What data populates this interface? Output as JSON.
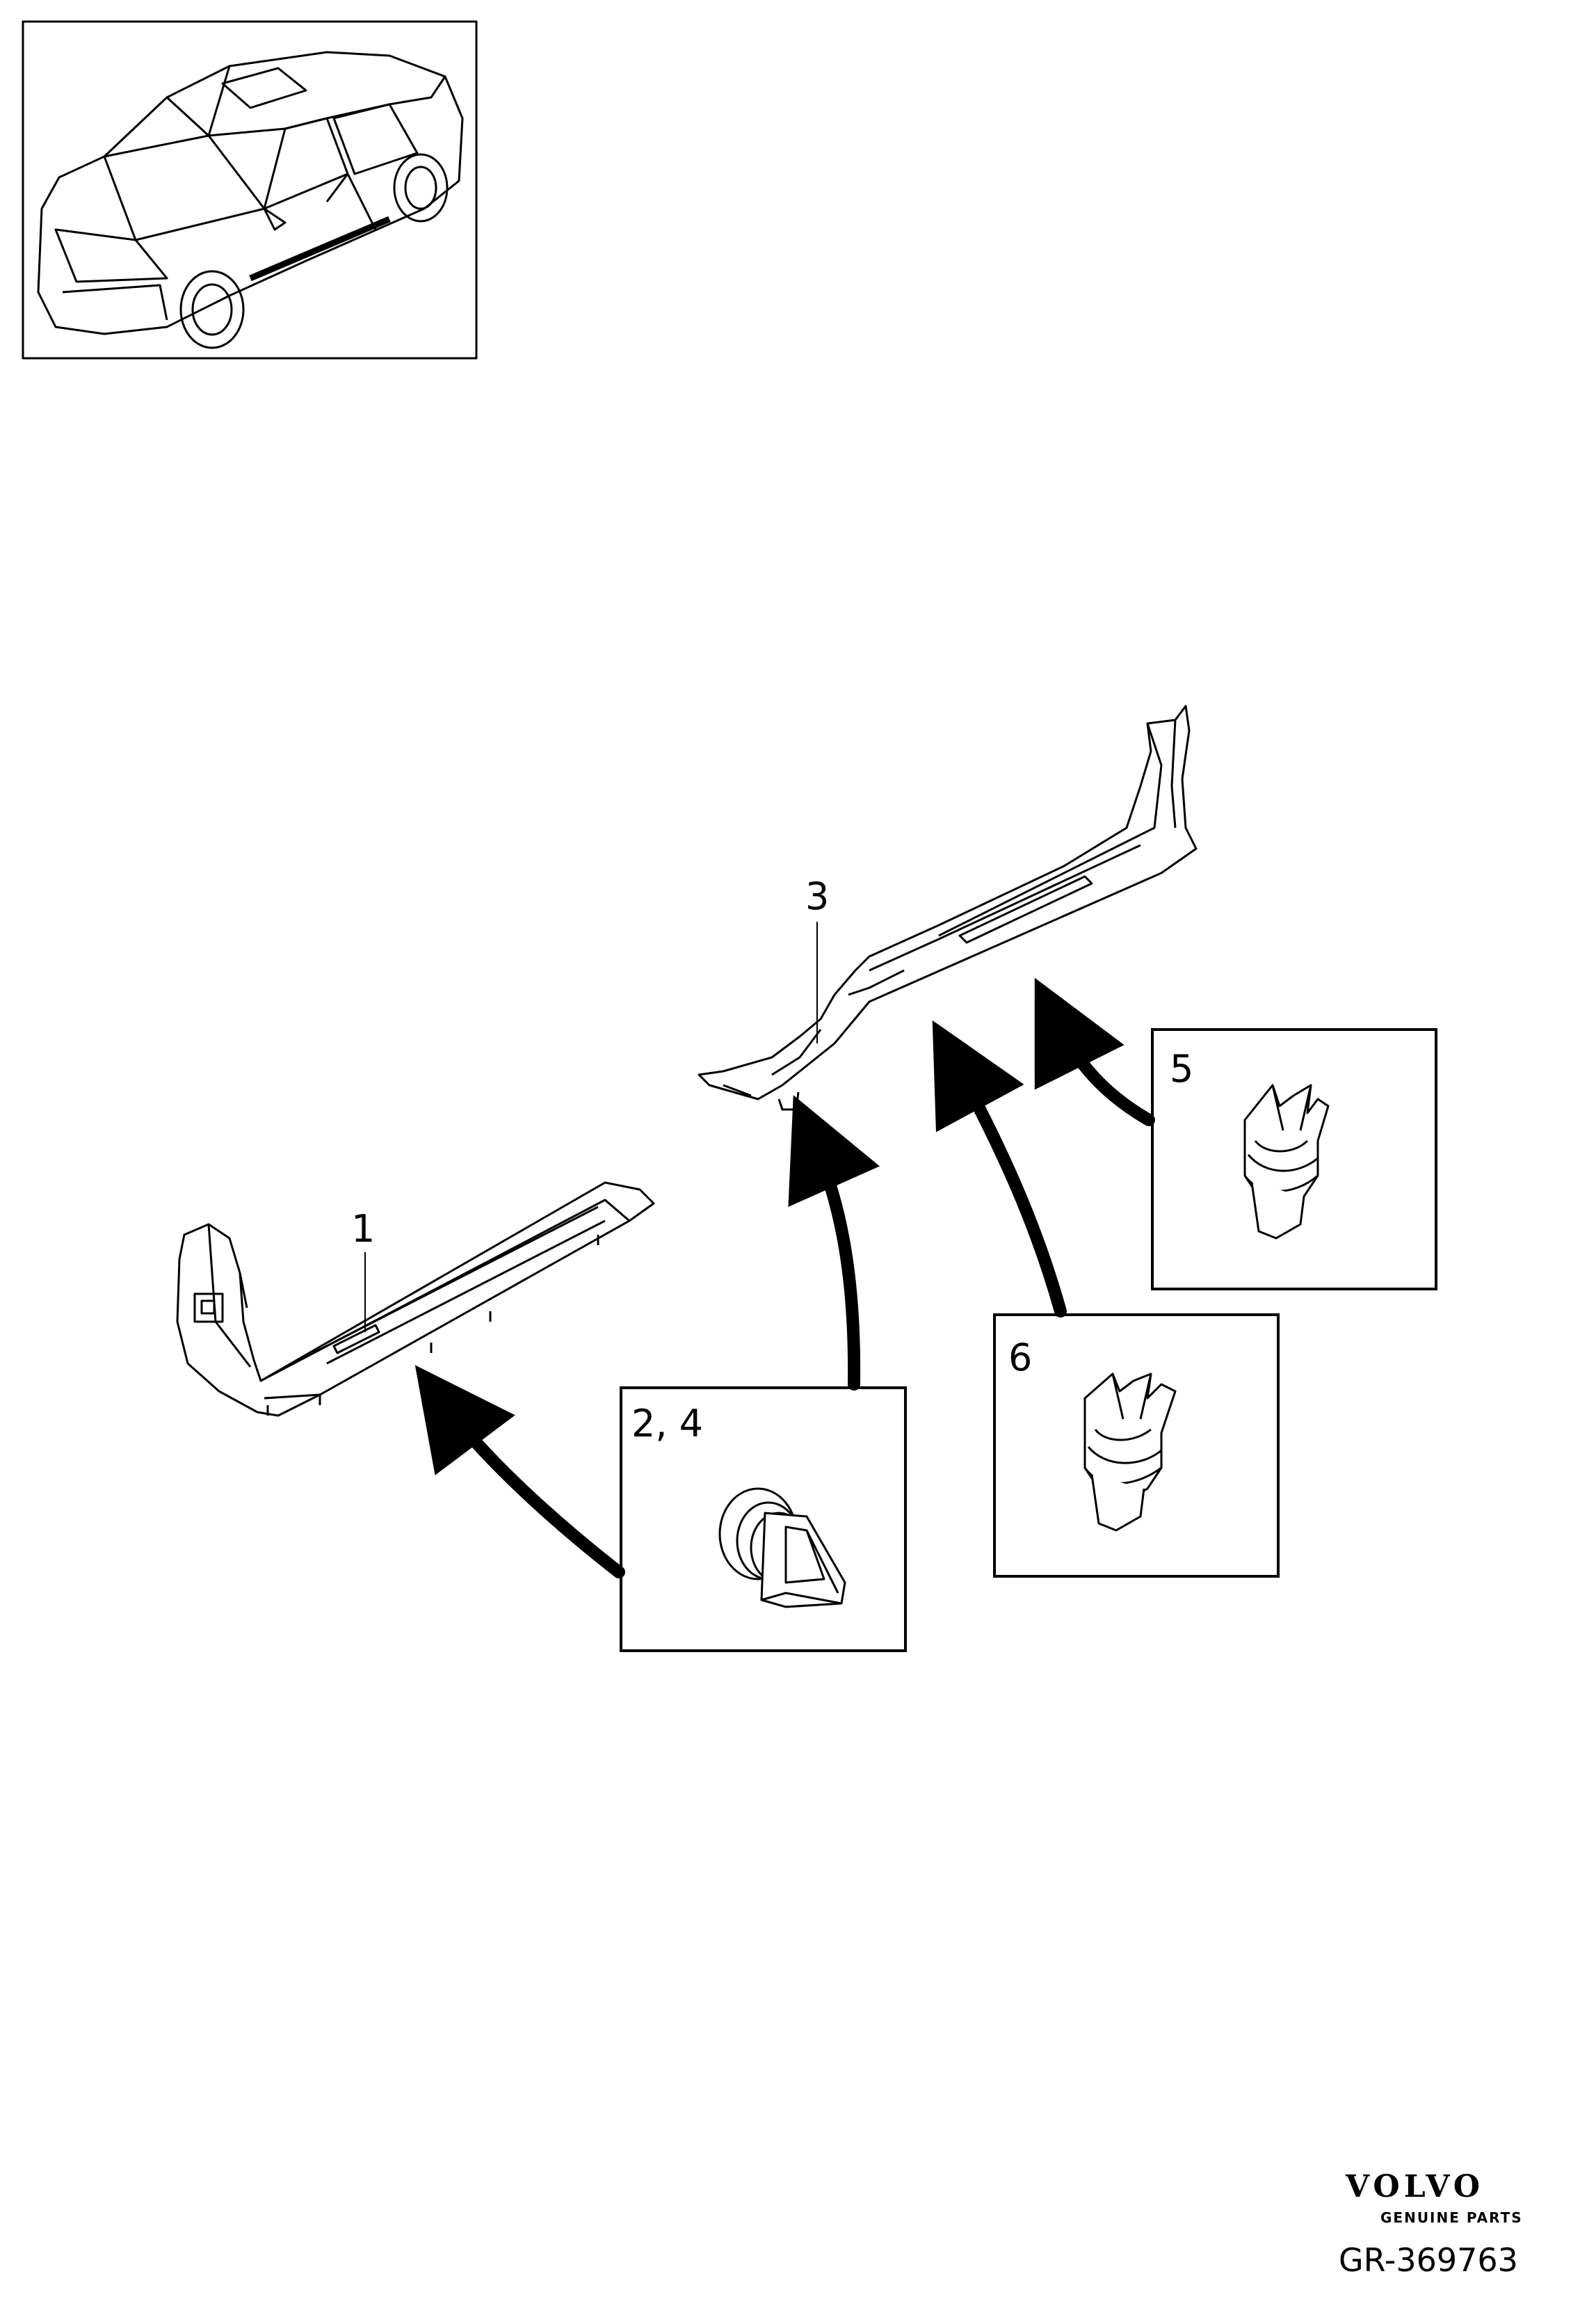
{
  "callouts": {
    "trim_front": "1",
    "clip_a": "2, 4",
    "trim_rear": "3",
    "clip_b": "5",
    "clip_c": "6"
  },
  "brand": {
    "logo": "VOLVO",
    "tagline": "GENUINE PARTS",
    "illustration_number": "GR-369763"
  }
}
